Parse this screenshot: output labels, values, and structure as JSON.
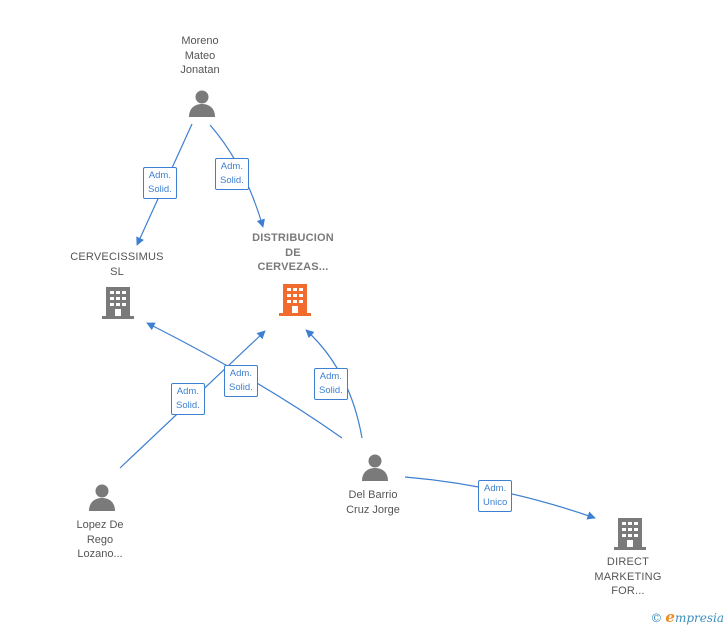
{
  "nodes": {
    "moreno": {
      "label": "Moreno\nMateo\nJonatan",
      "kind": "person"
    },
    "cervecissimus": {
      "label": "CERVECISSIMUS\nSL",
      "kind": "company"
    },
    "distribucion": {
      "label": "DISTRIBUCION\nDE\nCERVEZAS...",
      "kind": "company",
      "focus": true
    },
    "delbarrio": {
      "label": "Del Barrio\nCruz Jorge",
      "kind": "person"
    },
    "lopez": {
      "label": "Lopez De\nRego\nLozano...",
      "kind": "person"
    },
    "direct": {
      "label": "DIRECT\nMARKETING\nFOR...",
      "kind": "company"
    }
  },
  "edges": [
    {
      "from": "moreno",
      "to": "cervecissimus",
      "label": "Adm.\nSolid."
    },
    {
      "from": "moreno",
      "to": "distribucion",
      "label": "Adm.\nSolid."
    },
    {
      "from": "delbarrio",
      "to": "cervecissimus",
      "label": "Adm.\nSolid."
    },
    {
      "from": "lopez",
      "to": "distribucion",
      "label": "Adm.\nSolid."
    },
    {
      "from": "delbarrio",
      "to": "distribucion",
      "label": "Adm.\nSolid."
    },
    {
      "from": "delbarrio",
      "to": "direct",
      "label": "Adm.\nUnico"
    }
  ],
  "colors": {
    "edge": "#3d7fd0",
    "company": "#7a7a7a",
    "company_focus": "#f26b2d",
    "person": "#7a7a7a"
  },
  "brand": {
    "copyright": "©",
    "name_initial": "e",
    "name_rest": "mpresia"
  }
}
